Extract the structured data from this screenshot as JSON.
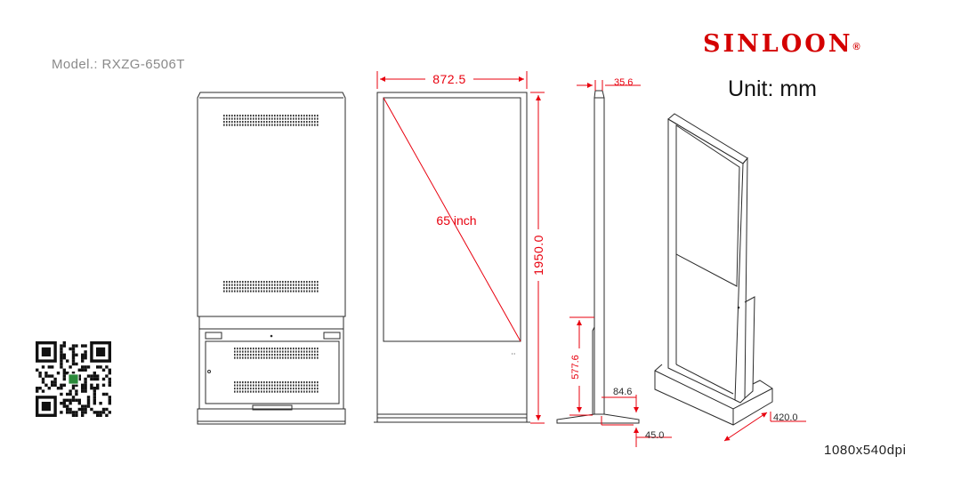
{
  "header": {
    "model": "Model.: RXZG-6506T",
    "brand": "SINLOON",
    "brand_mark": "®",
    "unit": "Unit: mm"
  },
  "footer": {
    "resolution": "1080x540dpi"
  },
  "dimensions": {
    "width": "872.5",
    "height": "1950.0",
    "depth_top": "35.6",
    "screen_size": "65 inch",
    "base_height": "577.6",
    "base_thickness": "84.6",
    "base_offset": "45.0",
    "base_depth": "420.0"
  },
  "colors": {
    "dimension": "#e8000e",
    "outline": "#2b2b2b",
    "brand": "#d40000"
  },
  "icons": {
    "qr": "qr-code-icon"
  }
}
